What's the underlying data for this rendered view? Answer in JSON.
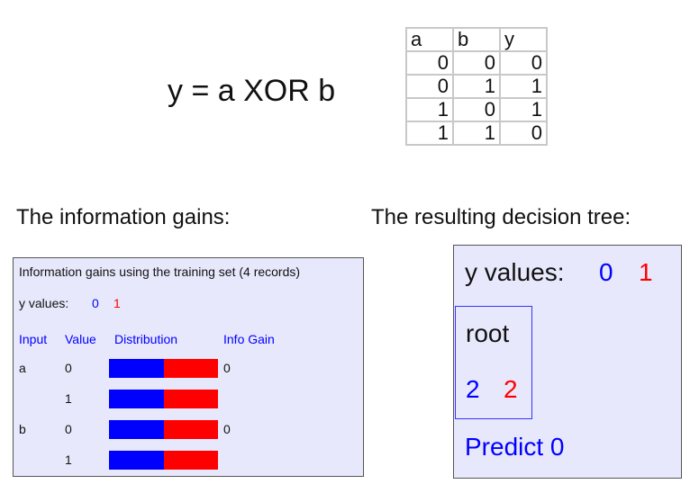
{
  "formula": "y = a XOR b",
  "truth_table": {
    "headers": [
      "a",
      "b",
      "y"
    ],
    "rows": [
      [
        "0",
        "0",
        "0"
      ],
      [
        "0",
        "1",
        "1"
      ],
      [
        "1",
        "0",
        "1"
      ],
      [
        "1",
        "1",
        "0"
      ]
    ]
  },
  "info_heading": "The information gains:",
  "tree_heading": "The resulting decision tree:",
  "panel": {
    "title": "Information gains using the training set (4 records)",
    "y_label": "y values:",
    "y0": "0",
    "y1": "1",
    "columns": [
      "Input",
      "Value",
      "Distribution",
      "Info Gain"
    ],
    "rows": [
      {
        "input": "a",
        "value": "0",
        "dist": [
          0.5,
          0.5
        ],
        "gain": "0"
      },
      {
        "input": "",
        "value": "1",
        "dist": [
          0.5,
          0.5
        ],
        "gain": ""
      },
      {
        "input": "b",
        "value": "0",
        "dist": [
          0.5,
          0.5
        ],
        "gain": "0"
      },
      {
        "input": "",
        "value": "1",
        "dist": [
          0.5,
          0.5
        ],
        "gain": ""
      }
    ],
    "colors": {
      "y0": "#0000ff",
      "y1": "#ff0000"
    }
  },
  "tree": {
    "y_label": "y values:",
    "y0": "0",
    "y1": "1",
    "node": "root",
    "count0": "2",
    "count1": "2",
    "prediction": "Predict 0"
  }
}
